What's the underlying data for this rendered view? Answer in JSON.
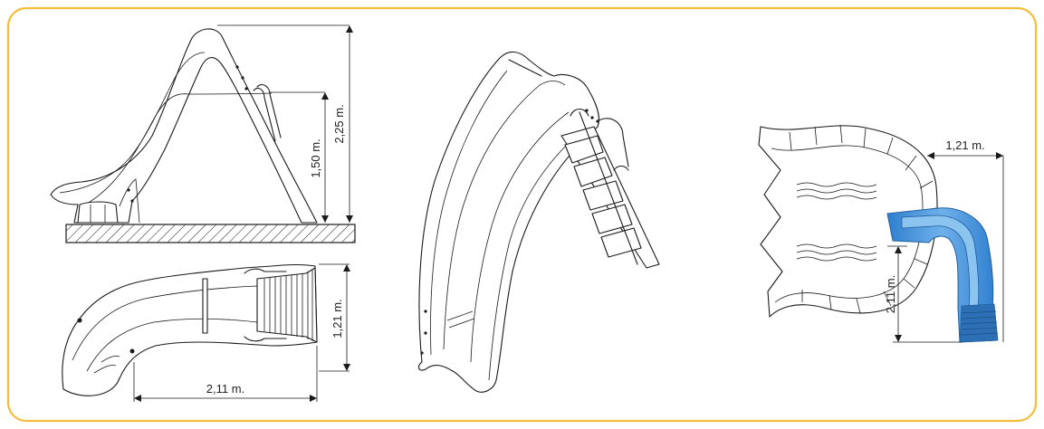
{
  "colors": {
    "frame": "#f4bd3c",
    "slide_blue": "#3d8fd6",
    "slide_blue_light": "#7fb9ea",
    "ink": "#1a1a1a"
  },
  "side_view": {
    "height_total": "2,25 m.",
    "height_platform": "1,50 m."
  },
  "top_view": {
    "width": "1,21 m.",
    "length": "2,11 m."
  },
  "pool_plan": {
    "width": "1,21 m.",
    "length": "2,11 m."
  }
}
